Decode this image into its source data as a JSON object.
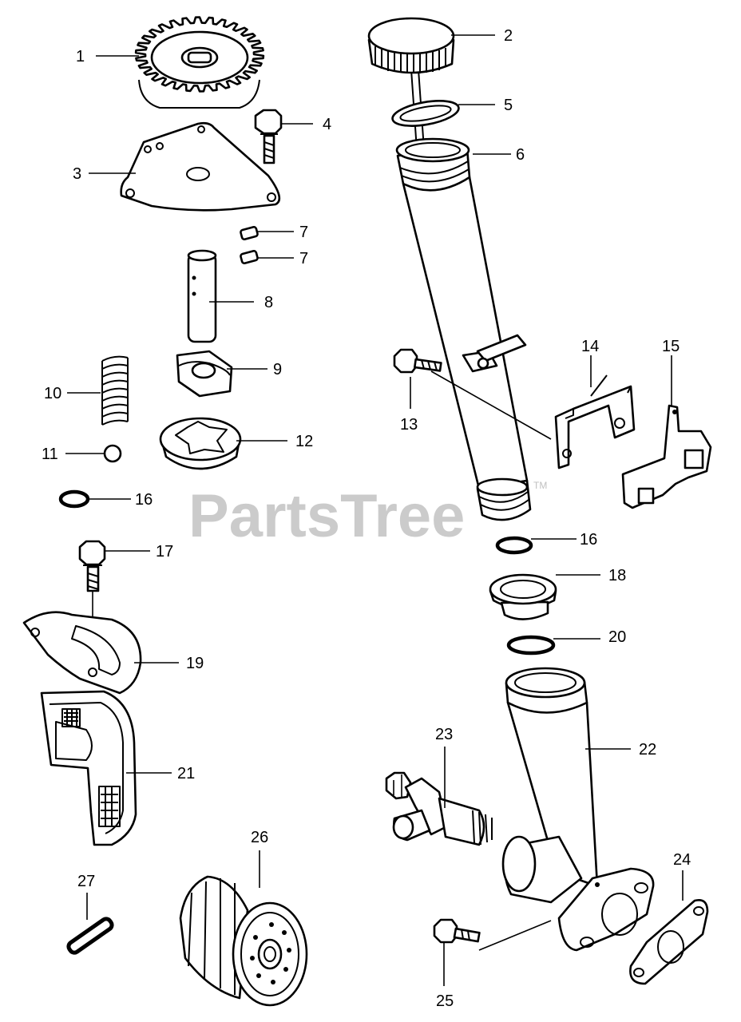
{
  "watermark": {
    "text": "PartsTree",
    "trademark": "TM"
  },
  "parts": [
    {
      "id": "part-1",
      "label": "1"
    },
    {
      "id": "part-2",
      "label": "2"
    },
    {
      "id": "part-3",
      "label": "3"
    },
    {
      "id": "part-4",
      "label": "4"
    },
    {
      "id": "part-5",
      "label": "5"
    },
    {
      "id": "part-6",
      "label": "6"
    },
    {
      "id": "part-7a",
      "label": "7"
    },
    {
      "id": "part-7b",
      "label": "7"
    },
    {
      "id": "part-8",
      "label": "8"
    },
    {
      "id": "part-9",
      "label": "9"
    },
    {
      "id": "part-10",
      "label": "10"
    },
    {
      "id": "part-11",
      "label": "11"
    },
    {
      "id": "part-12",
      "label": "12"
    },
    {
      "id": "part-13",
      "label": "13"
    },
    {
      "id": "part-14",
      "label": "14"
    },
    {
      "id": "part-15",
      "label": "15"
    },
    {
      "id": "part-16a",
      "label": "16"
    },
    {
      "id": "part-16b",
      "label": "16"
    },
    {
      "id": "part-17",
      "label": "17"
    },
    {
      "id": "part-18",
      "label": "18"
    },
    {
      "id": "part-19",
      "label": "19"
    },
    {
      "id": "part-20",
      "label": "20"
    },
    {
      "id": "part-21",
      "label": "21"
    },
    {
      "id": "part-22",
      "label": "22"
    },
    {
      "id": "part-23",
      "label": "23"
    },
    {
      "id": "part-24",
      "label": "24"
    },
    {
      "id": "part-25",
      "label": "25"
    },
    {
      "id": "part-26",
      "label": "26"
    },
    {
      "id": "part-27",
      "label": "27"
    }
  ]
}
